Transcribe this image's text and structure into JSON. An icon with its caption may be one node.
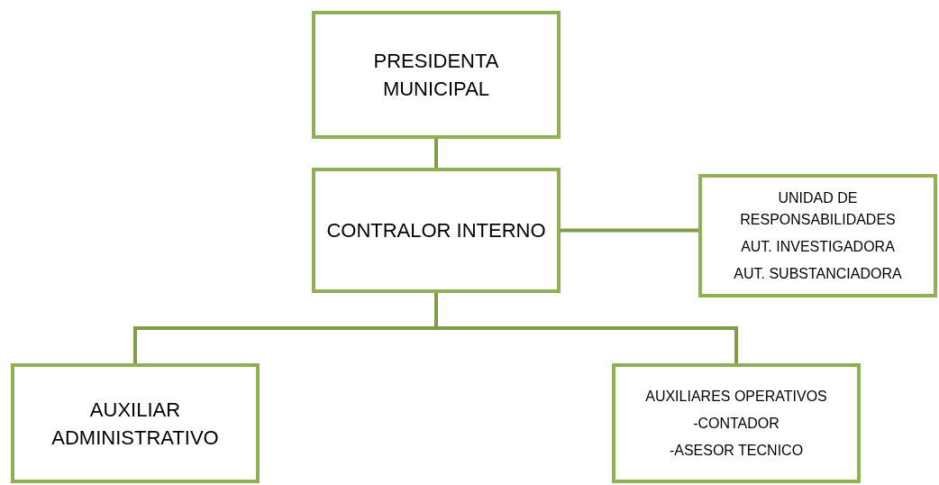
{
  "diagram": {
    "nodes": [
      {
        "text": [
          "PRESIDENTA MUNICIPAL"
        ]
      },
      {
        "text": [
          "CONTRALOR INTERNO"
        ]
      },
      {
        "text": [
          "UNIDAD DE RESPONSABILIDADES",
          "AUT. INVESTIGADORA",
          "AUT. SUBSTANCIADORA"
        ]
      },
      {
        "text": [
          "AUXILIAR ADMINISTRATIVO"
        ]
      },
      {
        "text": [
          "AUXILIARES OPERATIVOS",
          "-CONTADOR",
          "-ASESOR TECNICO"
        ]
      }
    ],
    "edges": [
      {
        "from": 0,
        "to": 1,
        "arrow": "none"
      },
      {
        "from": 1,
        "to": 2,
        "arrow": "none"
      },
      {
        "from": 1,
        "to": 3,
        "arrow": "none"
      },
      {
        "from": 1,
        "to": 4,
        "arrow": "none"
      }
    ]
  }
}
